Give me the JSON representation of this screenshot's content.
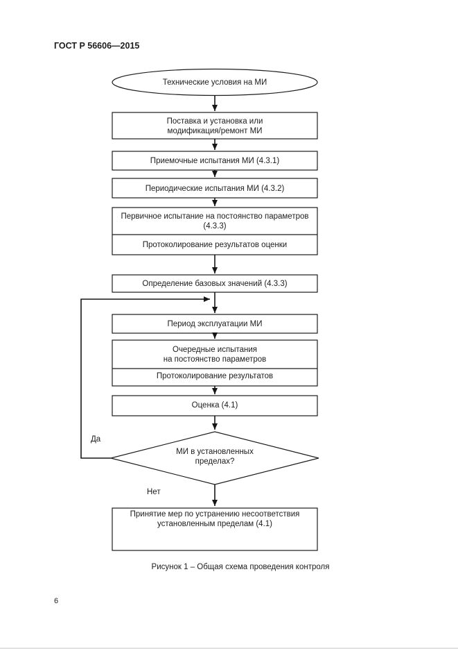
{
  "document": {
    "header": "ГОСТ Р 56606—2015",
    "page_number": "6",
    "figure_caption": "Рисунок 1 – Общая схема проведения контроля"
  },
  "flowchart": {
    "start_terminator": "Технические условия на МИ",
    "supply_box": {
      "line1": "Поставка и установка или",
      "line2": "модификация/ремонт МИ"
    },
    "acceptance_box": "Приемочные испытания МИ (4.3.1)",
    "periodic_box": "Периодические испытания МИ (4.3.2)",
    "initial_test_box": {
      "line1": "Первичное испытание на постоянство параметров",
      "line2": "(4.3.3)"
    },
    "logging_results_box": "Протоколирование результатов оценки",
    "baseline_box": "Определение базовых значений (4.3.3)",
    "operation_box": "Период эксплуатации МИ",
    "regular_test_box": {
      "line1": "Очередные испытания",
      "line2": "на постоянство параметров"
    },
    "logging_box": "Протоколирование результатов",
    "evaluation_box": "Оценка (4.1)",
    "decision_diamond": {
      "line1": "МИ в установленных",
      "line2": "пределах?"
    },
    "branch_labels": {
      "yes": "Да",
      "no": "Нет"
    },
    "action_box": {
      "line1": "Принятие мер по устранению несоответствия",
      "line2": "установленным пределам (4.1)"
    }
  },
  "colors": {
    "ink": "#1c1c1c",
    "background": "#ffffff"
  }
}
